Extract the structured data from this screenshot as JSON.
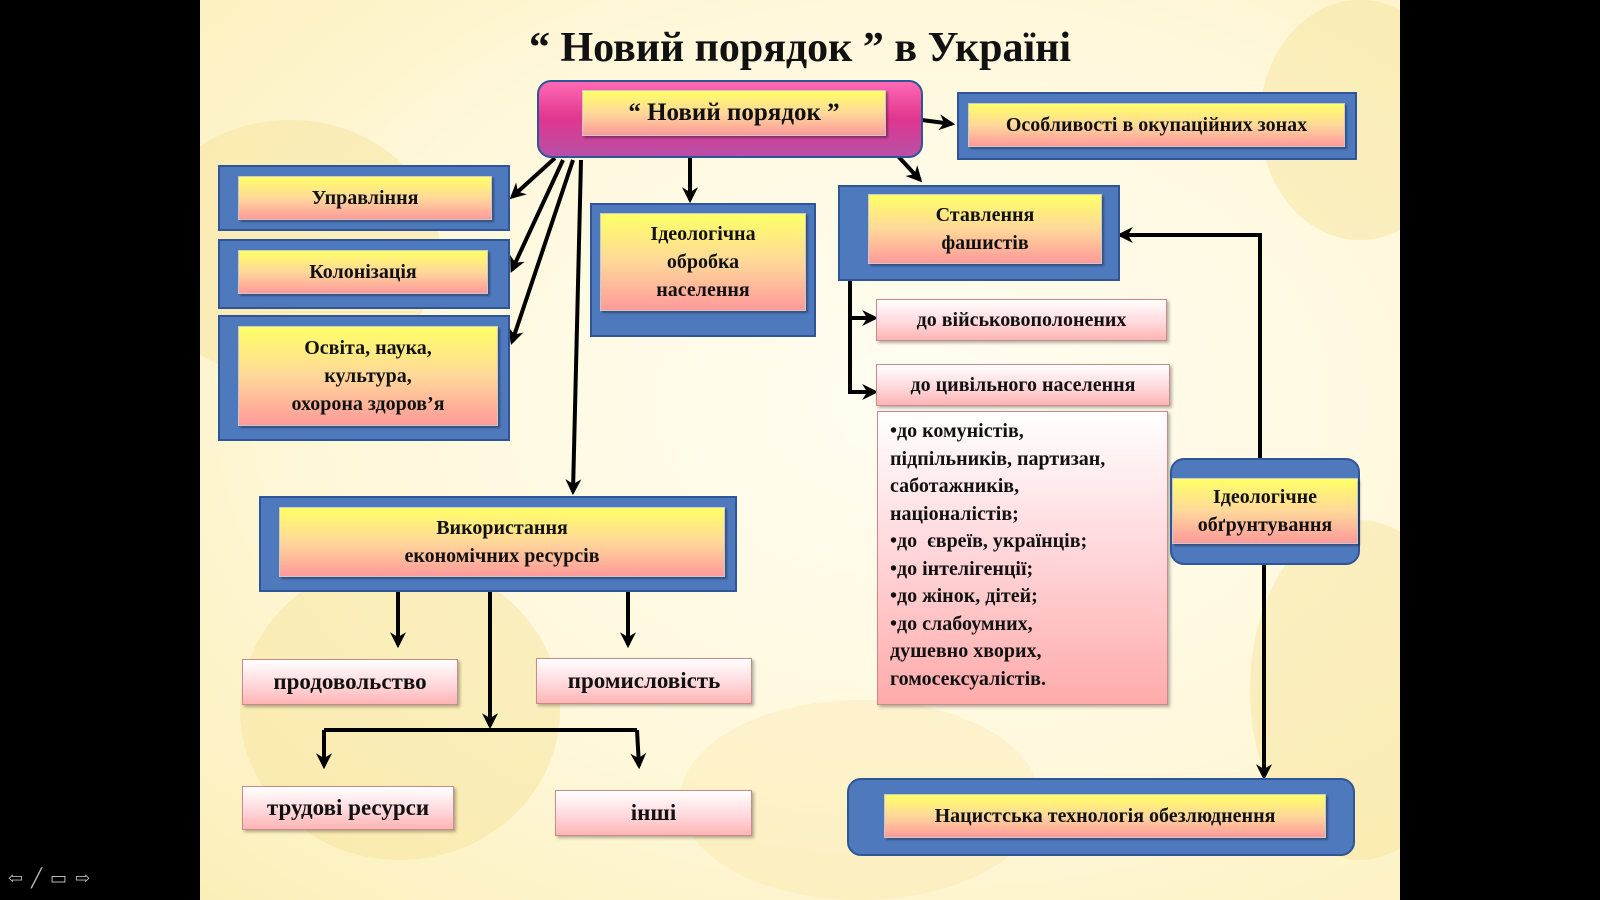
{
  "title": "“ Новий порядок ” в Україні",
  "diagram": {
    "root": "“ Новий порядок ”",
    "zones": "Особливості в окупаційних зонах",
    "management": "Управління",
    "colonization": "Колонізація",
    "education": [
      "Освіта, наука,",
      "культура,",
      "охорона здоров’я"
    ],
    "ideology_processing": [
      "Ідеологічна",
      "обробка",
      "населення"
    ],
    "attitude": [
      "Ставлення",
      "фашистів"
    ],
    "to_pow": "до військовополонених",
    "to_civil": "до цивільного населення",
    "civil_list": [
      "•до комуністів,",
      "підпільників, партизан,",
      "саботажників,",
      "націоналістів;",
      "•до  євреїв, українців;",
      "•до інтелігенції;",
      "•до жінок, дітей;",
      "•до слабоумних,",
      "душевно хворих,",
      "гомосексуалістів."
    ],
    "ideological_basis": [
      "Ідеологічне",
      "обґрунтування"
    ],
    "economy": [
      "Використання",
      "економічних ресурсів"
    ],
    "food": "продовольство",
    "industry": "промисловість",
    "labor": "трудові ресурси",
    "other": "інші",
    "depopulation": "Нацистська технологія обезлюднення"
  },
  "colors": {
    "frame": "#4f79bd",
    "frame_border": "#2f5597",
    "root_frame": "#e0368f",
    "yellow_box_top": "#ffff66",
    "yellow_box_bottom": "#ff9a9a",
    "pink_box_top": "#ffffff",
    "pink_box_bottom": "#ffb4b4",
    "arrow": "#000000"
  },
  "nav_icons": [
    "arrow-left-icon",
    "pen-icon",
    "menu-icon",
    "arrow-right-icon"
  ]
}
